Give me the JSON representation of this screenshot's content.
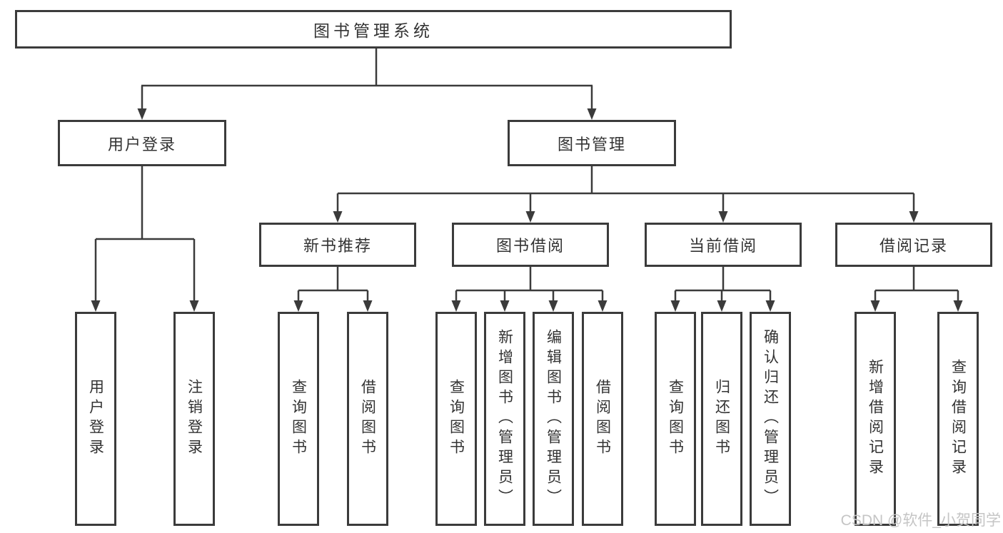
{
  "diagram": {
    "root": {
      "label": "图书管理系统"
    },
    "level1": [
      {
        "label": "用户登录",
        "children": [
          {
            "label": "用户登录"
          },
          {
            "label": "注销登录"
          }
        ]
      },
      {
        "label": "图书管理",
        "children": [
          {
            "label": "新书推荐",
            "children": [
              {
                "label": "查询图书"
              },
              {
                "label": "借阅图书"
              }
            ]
          },
          {
            "label": "图书借阅",
            "children": [
              {
                "label": "查询图书"
              },
              {
                "label": "新增图书（管理员）"
              },
              {
                "label": "编辑图书（管理员）"
              },
              {
                "label": "借阅图书"
              }
            ]
          },
          {
            "label": "当前借阅",
            "children": [
              {
                "label": "查询图书"
              },
              {
                "label": "归还图书"
              },
              {
                "label": "确认归还（管理员）"
              }
            ]
          },
          {
            "label": "借阅记录",
            "children": [
              {
                "label": "新增借阅记录"
              },
              {
                "label": "查询借阅记录"
              }
            ]
          }
        ]
      }
    ]
  },
  "watermark": {
    "text": "CSDN @软件_小贺同学"
  },
  "colors": {
    "line": "#3b3b3b",
    "text": "#333333",
    "watermark": "#c5c5c5",
    "background": "#ffffff"
  }
}
